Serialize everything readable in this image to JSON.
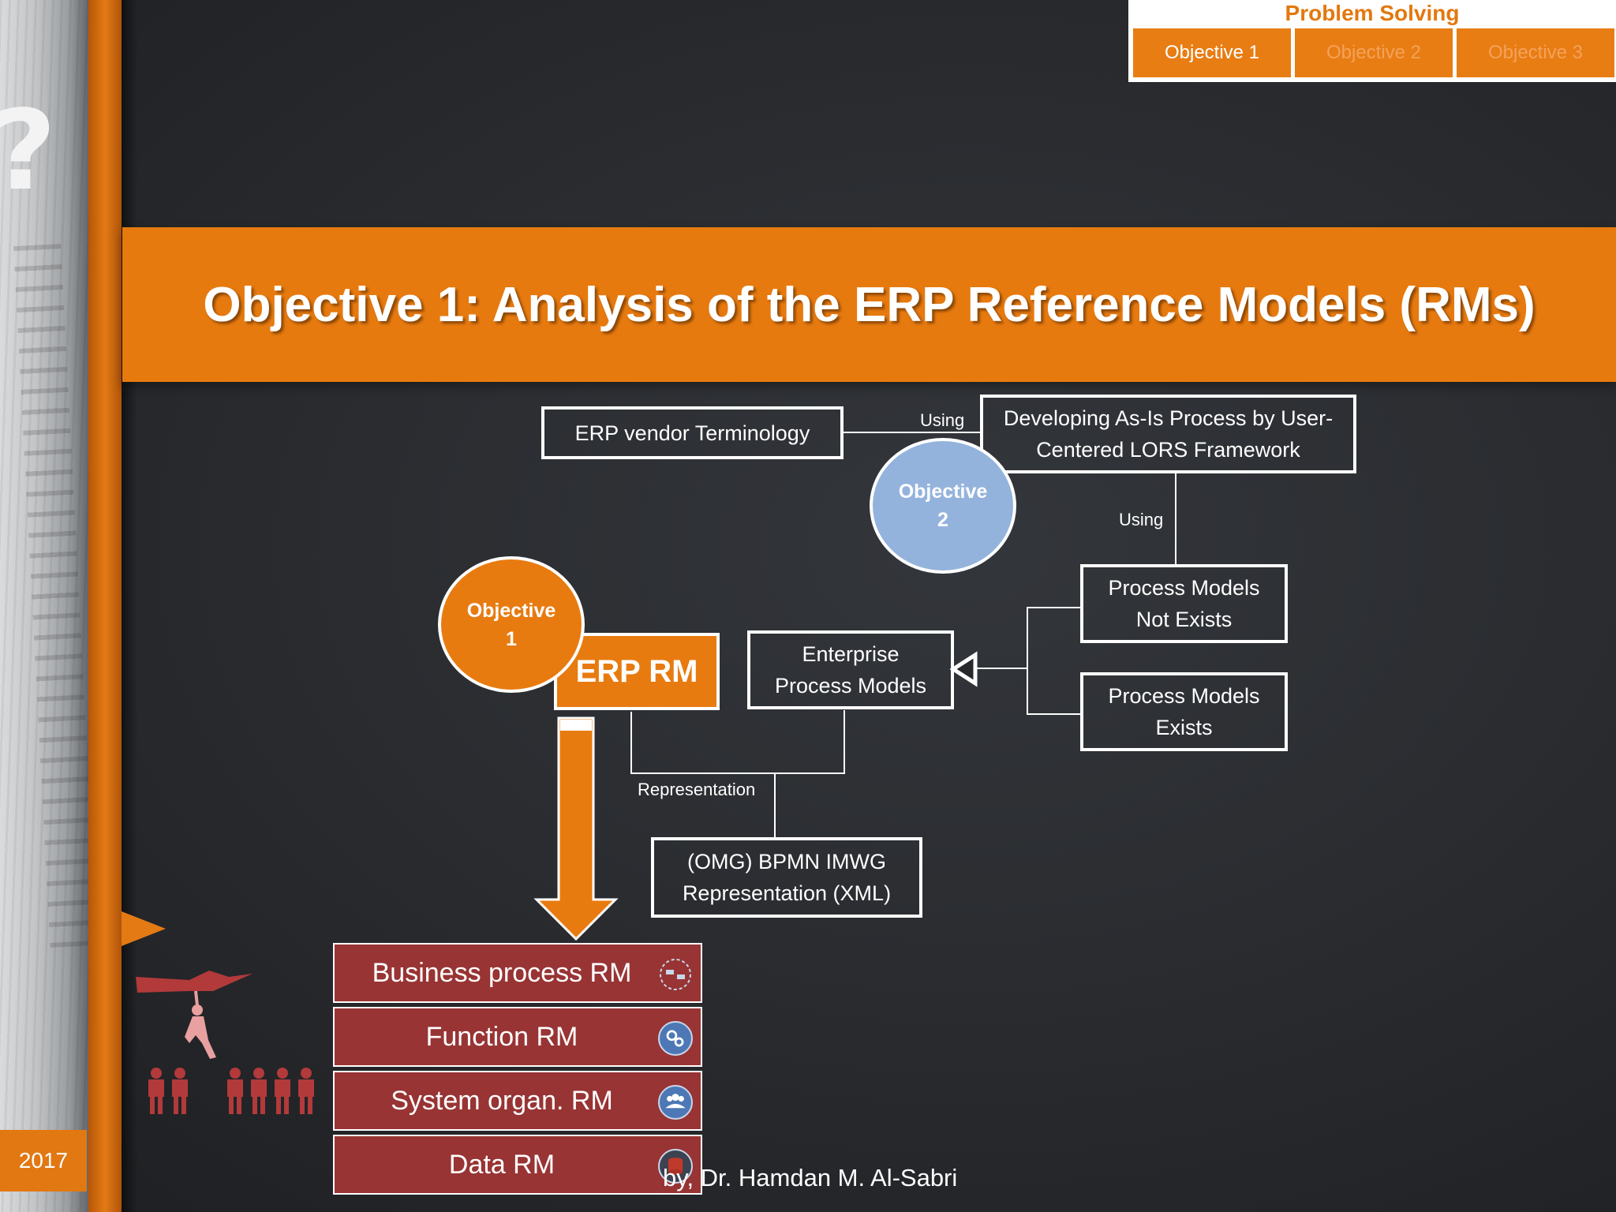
{
  "year": "2017",
  "nav": {
    "heading": "Problem Solving",
    "tabs": [
      {
        "label": "Objective 1",
        "active": true
      },
      {
        "label": "Objective 2",
        "active": false
      },
      {
        "label": "Objective 3",
        "active": false
      }
    ]
  },
  "title": "Objective 1: Analysis of the ERP Reference Models (RMs)",
  "diagram": {
    "erp_vendor_terminology": "ERP vendor Terminology",
    "developing_line1": "Developing As-Is Process by User-",
    "developing_line2": "Centered LORS Framework",
    "using_label_1": "Using",
    "using_label_2": "Using",
    "objective2_line1": "Objective",
    "objective2_line2": "2",
    "objective1_line1": "Objective",
    "objective1_line2": "1",
    "erp_rm": "ERP RM",
    "enterprise_line1": "Enterprise",
    "enterprise_line2": "Process Models",
    "not_exists_line1": "Process Models",
    "not_exists_line2": "Not Exists",
    "exists_line1": "Process Models",
    "exists_line2": "Exists",
    "representation_label": "Representation",
    "bpmn_line1": "(OMG) BPMN IMWG",
    "bpmn_line2": "Representation (XML)"
  },
  "rm_list": [
    {
      "label": "Business process RM",
      "icon": "process-gear-icon"
    },
    {
      "label": "Function RM",
      "icon": "gears-icon"
    },
    {
      "label": "System  organ. RM",
      "icon": "people-group-icon"
    },
    {
      "label": "Data RM",
      "icon": "database-icon"
    }
  ],
  "author": "by, Dr. Hamdan M. Al-Sabri",
  "colors": {
    "accent_orange": "#e77a0f",
    "objective2_blue": "#94b3dc",
    "rm_red": "#983434",
    "background": "#26282c"
  }
}
